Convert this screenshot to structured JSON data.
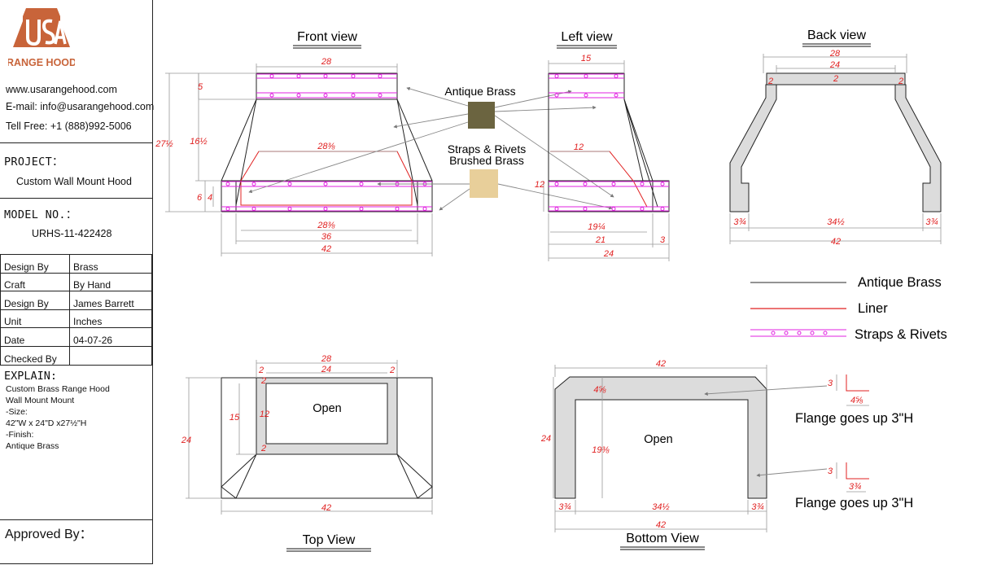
{
  "brand": {
    "logo_mark": "USA",
    "logo_sub": "RANGE HOOD",
    "brand_color": "#c8643a"
  },
  "contact": {
    "website": "www.usarangehood.com",
    "email": "E-mail: info@usarangehood.com",
    "phone": "Tell Free: +1 (888)992-5006"
  },
  "project": {
    "label": "PROJECT：",
    "value": "Custom Wall Mount Hood"
  },
  "model": {
    "label": "MODEL NO.：",
    "value": "URHS-11-422428"
  },
  "meta_rows": [
    {
      "key": "Design By",
      "value": "Brass"
    },
    {
      "key": "Craft",
      "value": "By Hand"
    },
    {
      "key": "Design By",
      "value": "James Barrett"
    },
    {
      "key": "Unit",
      "value": "Inches"
    },
    {
      "key": "Date",
      "value": "04-07-26"
    },
    {
      "key": "Checked By",
      "value": ""
    }
  ],
  "explain": {
    "label": "EXPLAIN:",
    "lines": [
      "Custom Brass Range Hood",
      "Wall Mount Mount",
      "-Size:",
      "42\"W x 24\"D x27½\"H",
      "-Finish:",
      "Antique Brass"
    ]
  },
  "approved_label": "Approved By：",
  "views": {
    "front": "Front view",
    "left": "Left view",
    "back": "Back view",
    "top": "Top View",
    "bottom": "Bottom View"
  },
  "swatches": {
    "antique_label": "Antique Brass",
    "brushed_label_1": "Straps & Rivets",
    "brushed_label_2": "Brushed Brass",
    "antique_color": "#6b6440",
    "brushed_color": "#e8cf9a"
  },
  "legend": {
    "antique": "Antique Brass",
    "liner": "Liner",
    "straps": "Straps & Rivets",
    "antique_color": "#555555",
    "liner_color": "#e02020",
    "straps_color": "#e020e0"
  },
  "open_label": "Open",
  "flange": {
    "note": "Flange goes up 3\"H",
    "height": "3",
    "top_width": "4⅝",
    "bottom_width": "3¾"
  },
  "dims": {
    "front": {
      "top_w": "28",
      "strap_h": "5",
      "upper_h": "16½",
      "total_h": "27½",
      "liner_top": "28⅜",
      "liner_bottom": "28⅜",
      "inner_w": "36",
      "total_w": "42",
      "band_h": "6",
      "band_inner": "4"
    },
    "left": {
      "top_d": "15",
      "liner_top": "12",
      "band_h": "12",
      "liner_bottom": "19¼",
      "inner_d": "21",
      "flange": "3",
      "total_d": "24"
    },
    "back": {
      "top_w": "28",
      "inner_w": "24",
      "wall_l": "2",
      "wall_c": "2",
      "wall_r": "2",
      "leg_l": "3¾",
      "span": "34½",
      "leg_r": "3¾",
      "total_w": "42"
    },
    "top": {
      "total_w_top": "28",
      "inner_w": "24",
      "wall_l": "2",
      "wall_r": "2",
      "wall_t": "2",
      "open_d": "15",
      "side_wall": "12",
      "wall_b": "2",
      "total_d": "24",
      "total_w": "42"
    },
    "bottom": {
      "total_w_top": "42",
      "front_band": "4⅝",
      "depth": "24",
      "open_d": "19⅜",
      "leg_l": "3¾",
      "span": "34½",
      "leg_r": "3¾",
      "total_w": "42"
    }
  }
}
